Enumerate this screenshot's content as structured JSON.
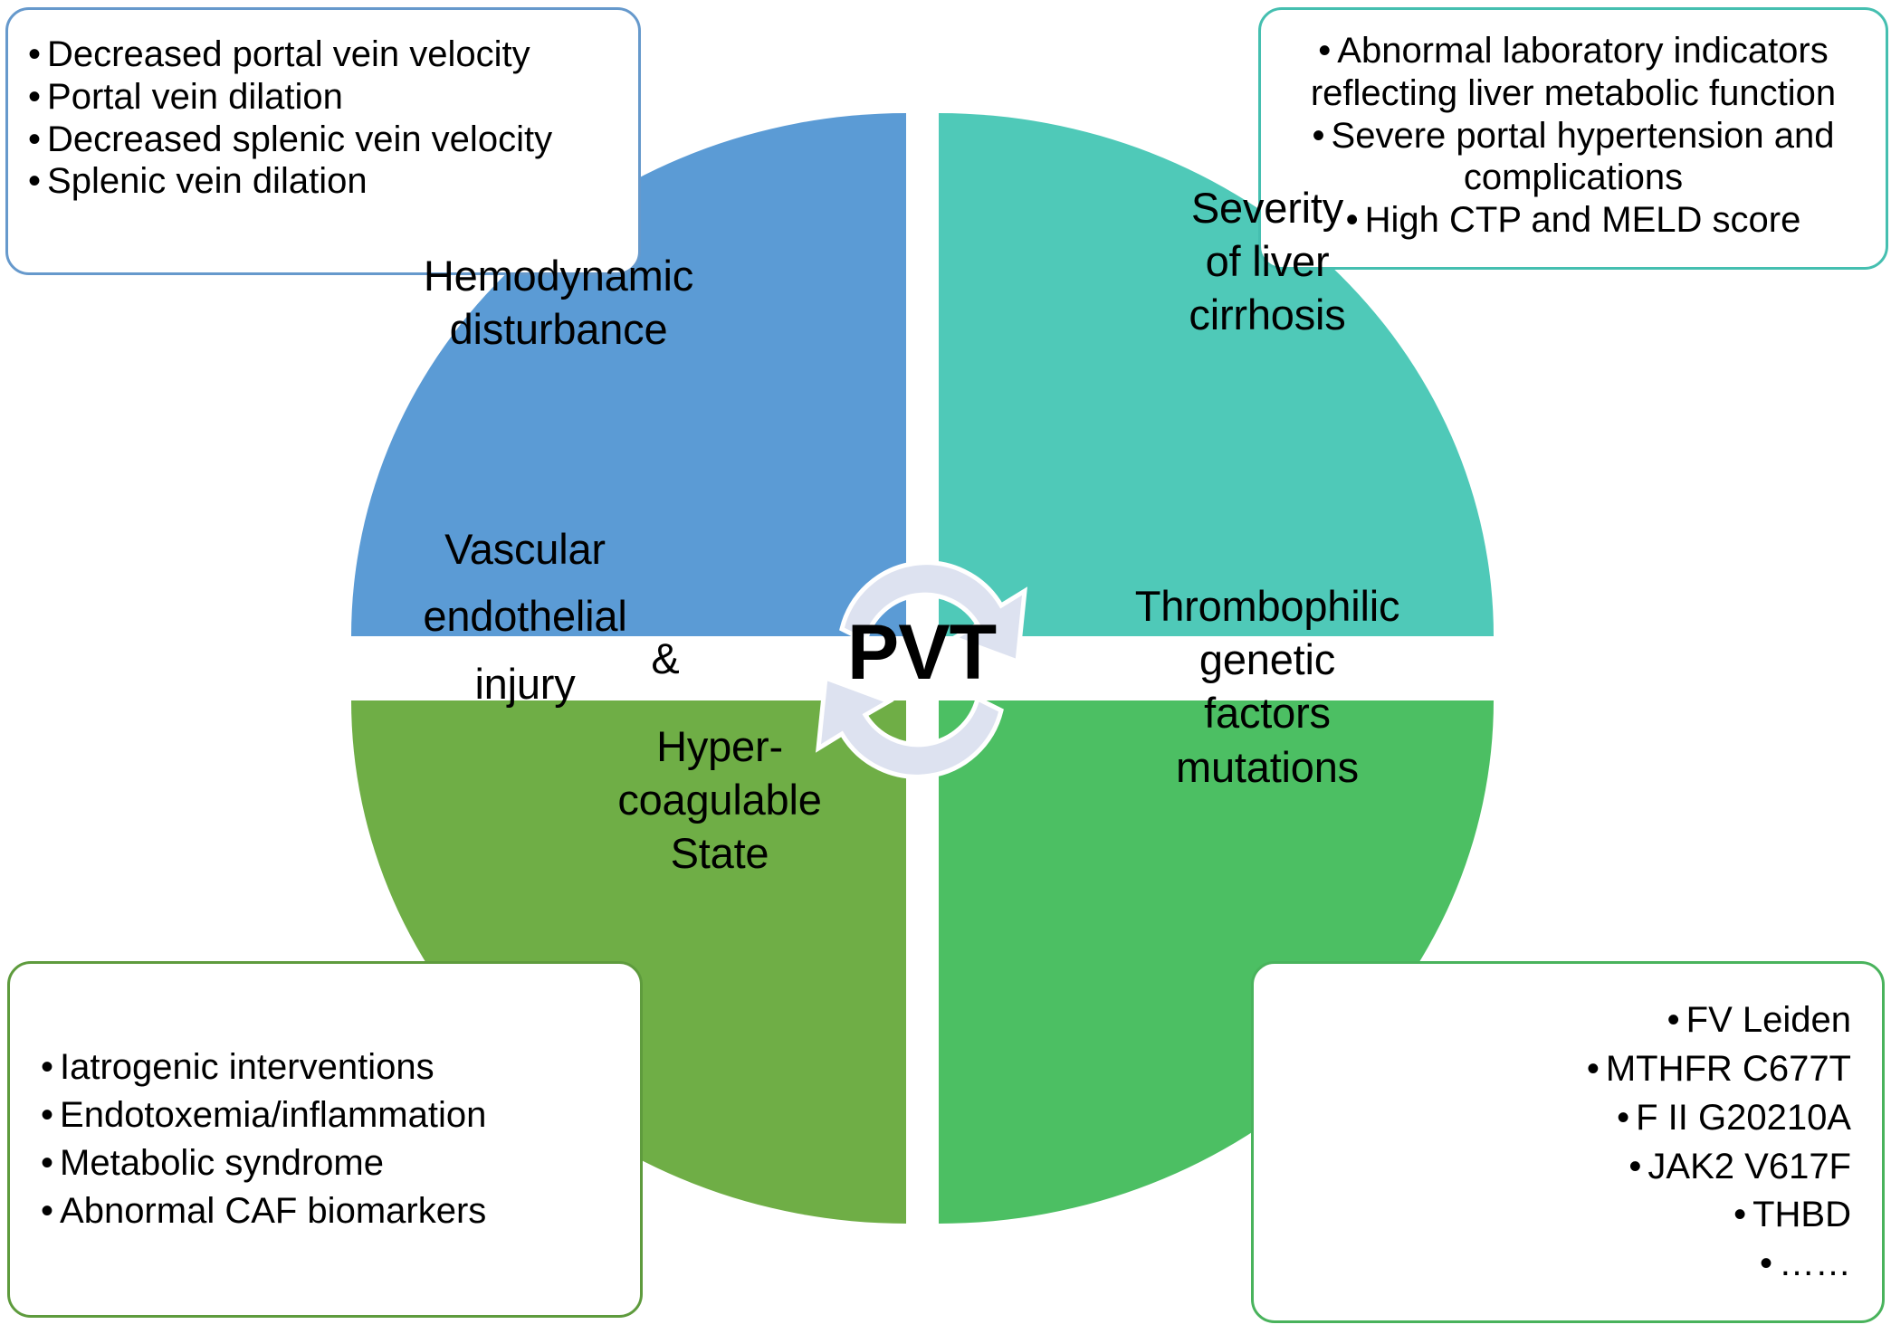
{
  "diagram": {
    "center_label": "PVT",
    "colors": {
      "quadrant_top_left": "#5B9BD5",
      "quadrant_top_right": "#4FC9B8",
      "quadrant_bottom_left": "#6FAE46",
      "quadrant_bottom_right": "#4CBF63",
      "border_top_left": "#6699CC",
      "border_top_right": "#45BFB0",
      "border_bottom_left": "#5E9B3D",
      "border_bottom_right": "#49B35C",
      "cycle_arrow": "#DDE2F0"
    },
    "quadrants": [
      {
        "id": "hemodynamic-disturbance",
        "label": "Hemodynamic\ndisturbance"
      },
      {
        "id": "severity-of-liver-cirrhosis",
        "label": "Severity\nof liver\ncirrhosis"
      },
      {
        "id": "vascular-endothelial-injury",
        "label": "Vascular\nendothelial\ninjury",
        "connector": "&",
        "label2": "Hyper-\ncoagulable\nState"
      },
      {
        "id": "thrombophilic-genetic-factors",
        "label": "Thrombophilic\ngenetic\nfactors\nmutations"
      }
    ],
    "callouts": {
      "top_left": {
        "id": "hemodynamic-disturbance-details",
        "items": [
          "Decreased portal vein velocity",
          "Portal vein dilation",
          "Decreased splenic vein velocity",
          "Splenic vein dilation"
        ]
      },
      "top_right": {
        "id": "liver-cirrhosis-severity-details",
        "items": [
          "Abnormal laboratory indicators reflecting liver metabolic function",
          "Severe portal hypertension and complications",
          "High CTP and MELD score"
        ]
      },
      "bottom_left": {
        "id": "vascular-injury-hypercoagulable-details",
        "items": [
          "Iatrogenic interventions",
          "Endotoxemia/inflammation",
          "Metabolic syndrome",
          "Abnormal CAF biomarkers"
        ]
      },
      "bottom_right": {
        "id": "thrombophilic-mutation-details",
        "items": [
          "FV Leiden",
          "MTHFR C677T",
          "F II G20210A",
          "JAK2 V617F",
          "THBD",
          "……"
        ]
      }
    },
    "bullet_char": "•"
  }
}
